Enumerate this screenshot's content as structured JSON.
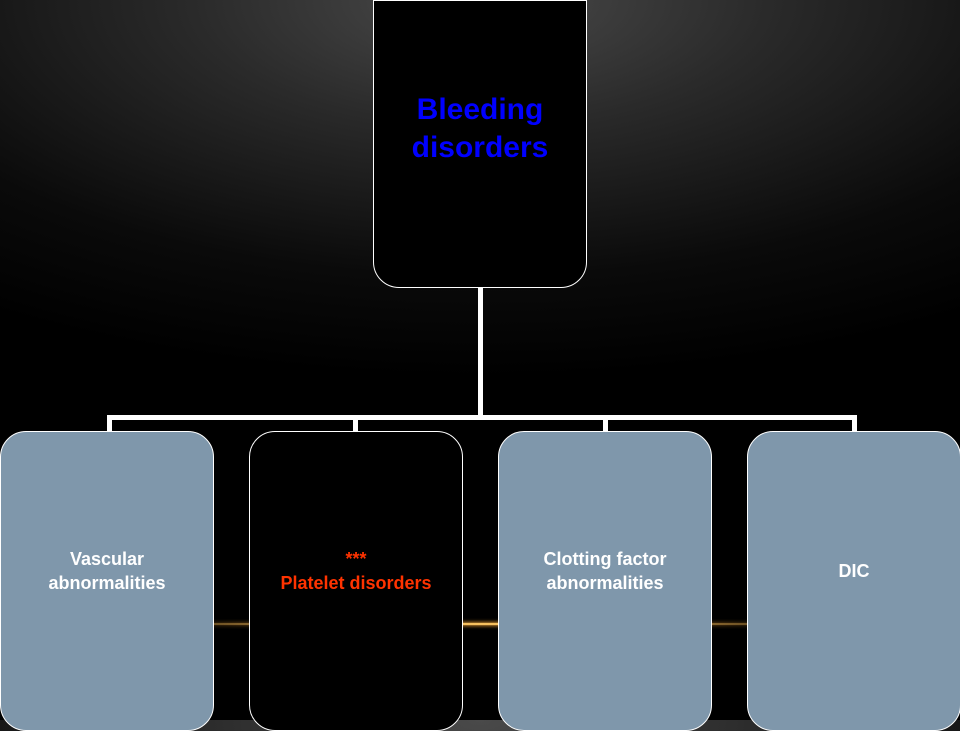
{
  "diagram": {
    "root": {
      "label": "Bleeding\ndisorders",
      "color": "#0000ff"
    },
    "children": [
      {
        "label": "Vascular\nabnormalities",
        "fill": "#7f97ab",
        "text_color": "#ffffff"
      },
      {
        "label": "***\nPlatelet disorders",
        "fill": "#000000",
        "text_color": "#ff3300"
      },
      {
        "label": "Clotting factor\nabnormalities",
        "fill": "#7f97ab",
        "text_color": "#ffffff"
      },
      {
        "label": "DIC",
        "fill": "#7f97ab",
        "text_color": "#ffffff"
      }
    ]
  }
}
